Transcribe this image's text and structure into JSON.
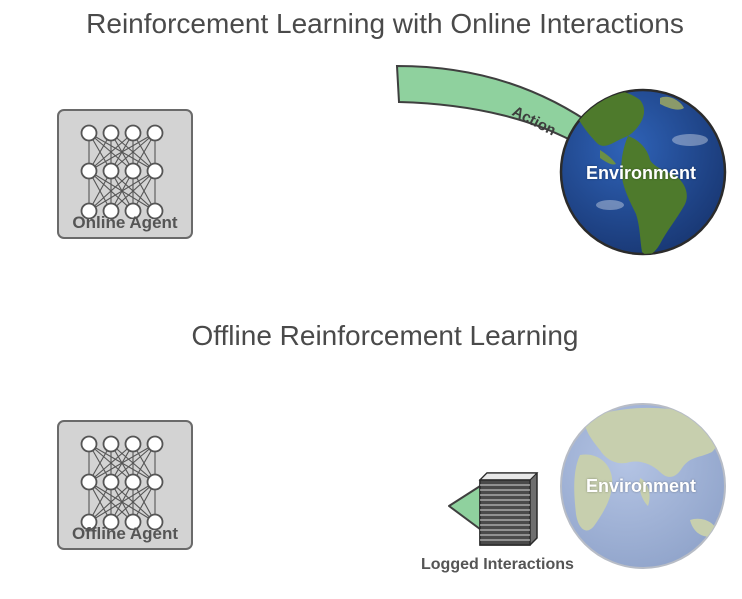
{
  "online": {
    "title": "Reinforcement Learning with Online Interactions",
    "agent_label": "Online Agent",
    "environment_label": "Environment",
    "action_label": "Action"
  },
  "offline": {
    "title": "Offline Reinforcement Learning",
    "agent_label": "Offline Agent",
    "environment_label": "Environment",
    "logged_label": "Logged Interactions"
  },
  "colors": {
    "title_text": "#4a4a4a",
    "agent_fill": "#d3d3d3",
    "agent_border": "#6a6a6a",
    "arrow_green": "#8fd19e",
    "ocean_blue": "#1f4e9c",
    "ocean_faded": "#9fb3d8",
    "land_green": "#4e7a2c",
    "land_faded": "#c7cfae"
  },
  "icons": [
    "neural-network-icon",
    "globe-icon",
    "data-stack-icon"
  ]
}
